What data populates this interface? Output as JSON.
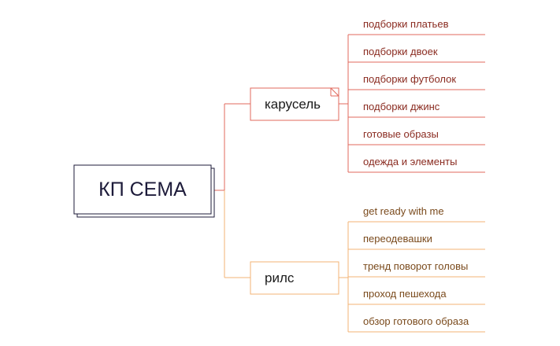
{
  "root": {
    "label": "КП СЕМА",
    "color": "#1d1b3a"
  },
  "branches": [
    {
      "label": "карусель",
      "color": "#e0685c",
      "text_color": "#8a2b20",
      "items": [
        "подборки платьев",
        "подборки двоек",
        "подборки футболок",
        "подборки джинс",
        "готовые образы",
        "одежда и элементы"
      ]
    },
    {
      "label": "рилс",
      "color": "#f3b374",
      "text_color": "#7a4a1c",
      "items": [
        "get ready with me",
        "переодевашки",
        "тренд поворот головы",
        "проход пешехода",
        "обзор готового образа"
      ]
    }
  ]
}
